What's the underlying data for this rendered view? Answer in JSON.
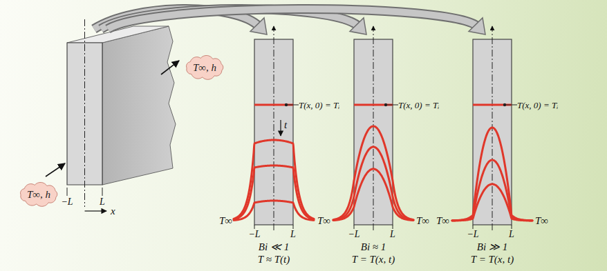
{
  "diagram": {
    "nodes": [
      {
        "text": [
          "T∞, h"
        ]
      },
      {
        "text": [
          "T∞, h"
        ]
      }
    ],
    "labels": [
      "−L",
      "L",
      "x",
      "T(x, 0) = Tᵢ",
      "t",
      "T∞",
      "−L",
      "L",
      "Bi ≪ 1",
      "T ≈ T(t)",
      "T(x, 0) = Tᵢ",
      "T∞",
      "T∞",
      "−L",
      "L",
      "Bi ≈ 1",
      "T = T(x, t)",
      "T(x, 0) = Tᵢ",
      "T∞",
      "T∞",
      "−L",
      "L",
      "Bi ≫ 1",
      "T = T(x, t)"
    ]
  }
}
